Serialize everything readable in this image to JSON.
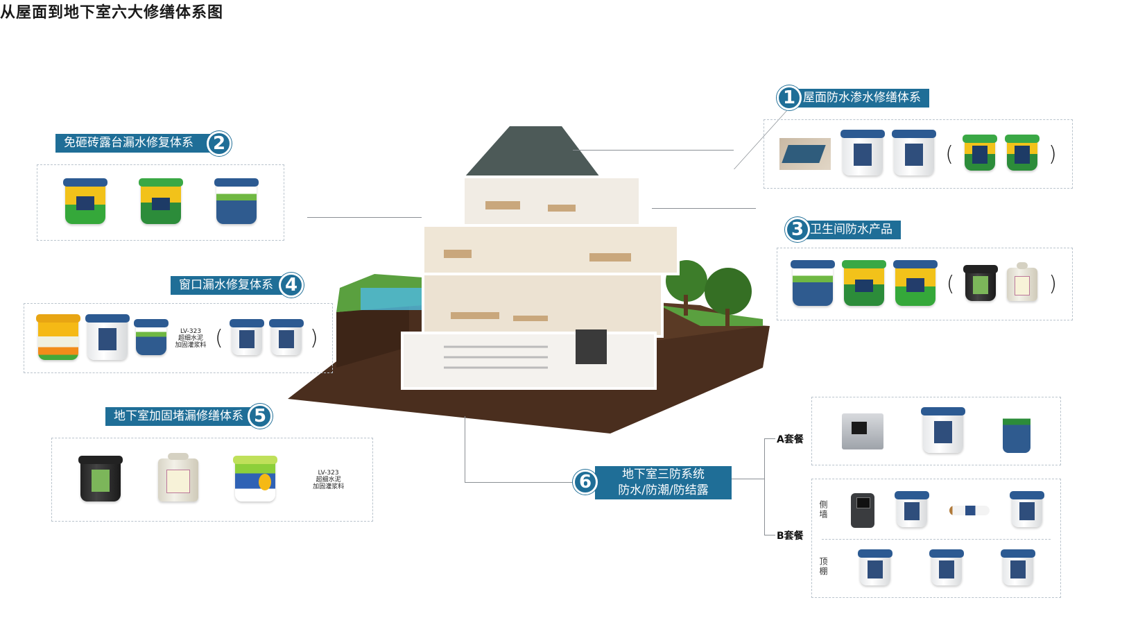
{
  "title": "从屋面到地下室六大修缮体系图",
  "systems": [
    {
      "number": "1",
      "label": "屋面防水渗水修缮体系"
    },
    {
      "number": "2",
      "label": "免砸砖露台漏水修复体系"
    },
    {
      "number": "3",
      "label": "卫生间防水产品"
    },
    {
      "number": "4",
      "label": "窗口漏水修复体系"
    },
    {
      "number": "5",
      "label": "地下室加固堵漏修缮体系"
    },
    {
      "number": "6",
      "label_line1": "地下室三防系统",
      "label_line2": "防水/防潮/防结露"
    }
  ],
  "product_note": {
    "code": "LV-323",
    "line1": "超细水泥",
    "line2": "加固灌浆料"
  },
  "packages": {
    "a": "A套餐",
    "b": "B套餐",
    "side_wall": "侧墙",
    "ceiling": "顶棚"
  },
  "colors": {
    "accent": "#1f6e97",
    "soil": "#4a2e1e",
    "grass": "#4f9a3a",
    "roof": "#4d5a58"
  },
  "brackets": {
    "open": "(",
    "close": ")"
  }
}
